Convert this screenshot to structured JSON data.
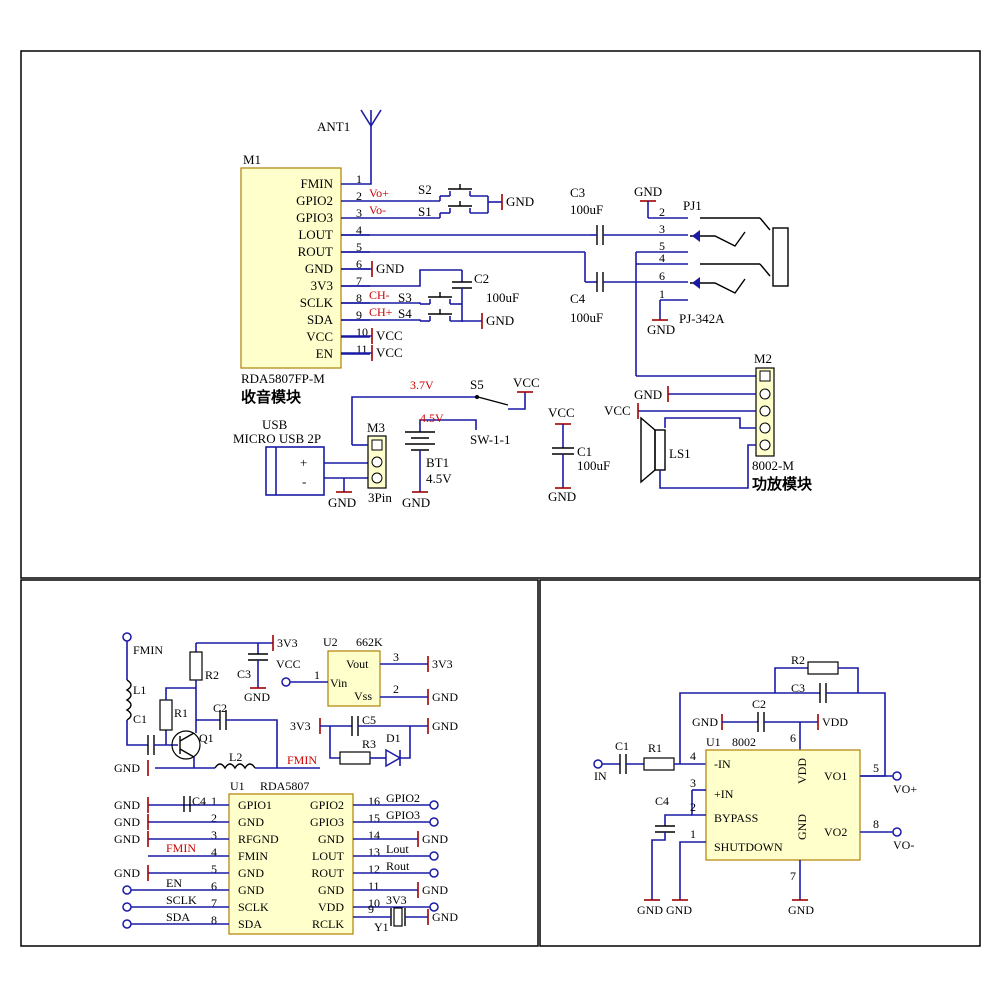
{
  "top": {
    "antenna": "ANT1",
    "module_ref": "M1",
    "module_name": "RDA5807FP-M",
    "module_title": "收音模块",
    "module_pins": [
      "FMIN",
      "GPIO2",
      "GPIO3",
      "LOUT",
      "ROUT",
      "GND",
      "3V3",
      "SCLK",
      "SDA",
      "VCC",
      "EN"
    ],
    "pin_numbers": [
      "1",
      "2",
      "3",
      "4",
      "5",
      "6",
      "7",
      "8",
      "9",
      "10",
      "11"
    ],
    "vo_plus": "Vo+",
    "vo_minus": "Vo-",
    "ch_minus": "CH-",
    "ch_plus": "CH+",
    "s1": "S1",
    "s2": "S2",
    "s3": "S3",
    "s4": "S4",
    "s5": "S5",
    "gnd": "GND",
    "vcc": "VCC",
    "c2": "C2",
    "c2_val": "100uF",
    "c3": "C3",
    "c3_val": "100uF",
    "c4": "C4",
    "c4_val": "100uF",
    "c1": "C1",
    "c1_val": "100uF",
    "pj_ref": "PJ1",
    "pj_name": "PJ-342A",
    "pj_pins": [
      "2",
      "3",
      "5",
      "4",
      "6",
      "1"
    ],
    "m2_ref": "M2",
    "m2_name": "8002-M",
    "m2_title": "功放模块",
    "ls": "LS1",
    "usb_l1": "USB",
    "usb_l2": "MICRO USB 2P",
    "usb_plus": "+",
    "usb_minus": "-",
    "m3_ref": "M3",
    "m3_name": "3Pin",
    "bt_ref": "BT1",
    "bt_val": "4.5V",
    "bt_red": "4.5V",
    "v37": "3.7V",
    "sw_name": "SW-1-1"
  },
  "bottom_left": {
    "fmin": "FMIN",
    "l1": "L1",
    "l2": "L2",
    "c1": "C1",
    "c2": "C2",
    "c3": "C3",
    "c4": "C4",
    "c5": "C5",
    "r1": "R1",
    "r2": "R2",
    "r3": "R3",
    "q1": "Q1",
    "d1": "D1",
    "v3v3": "3V3",
    "vcc": "VCC",
    "gnd": "GND",
    "u2_ref": "U2",
    "u2_name": "662K",
    "u2_vout": "Vout",
    "u2_vin": "Vin",
    "u2_vss": "Vss",
    "u2_pin1": "1",
    "u2_pin2": "2",
    "u2_pin3": "3",
    "fmin_net": "FMIN",
    "u1_ref": "U1",
    "u1_name": "RDA5807",
    "left_pins": [
      "GPIO1",
      "GND",
      "RFGND",
      "FMIN",
      "GND",
      "GND",
      "SCLK",
      "SDA"
    ],
    "left_nums": [
      "1",
      "2",
      "3",
      "4",
      "5",
      "6",
      "7",
      "8"
    ],
    "right_pins": [
      "GPIO2",
      "GPIO3",
      "GND",
      "LOUT",
      "ROUT",
      "GND",
      "VDD",
      "RCLK"
    ],
    "right_nums": [
      "16",
      "15",
      "14",
      "13",
      "12",
      "11",
      "10",
      "9"
    ],
    "right_nets": [
      "GPIO2",
      "GPIO3",
      "",
      "Lout",
      "Rout",
      "",
      "3V3",
      ""
    ],
    "left_nets": [
      "",
      "",
      "",
      "FMIN",
      "",
      "EN",
      "SCLK",
      "SDA"
    ],
    "y1": "Y1"
  },
  "bottom_right": {
    "in_label": "IN",
    "c1": "C1",
    "r1": "R1",
    "r2": "R2",
    "c2": "C2",
    "c3": "C3",
    "c4": "C4",
    "u1_ref": "U1",
    "u1_name": "8002",
    "pins_left": [
      "-IN",
      "+IN",
      "BYPASS",
      "SHUTDOWN"
    ],
    "pins_left_nums": [
      "4",
      "3",
      "2",
      "1"
    ],
    "vdd": "VDD",
    "gnd_pin": "GND",
    "vo1": "VO1",
    "vo2": "VO2",
    "pin5": "5",
    "pin8": "8",
    "pin6": "6",
    "pin7": "7",
    "vo_plus": "VO+",
    "vo_minus": "VO-",
    "gnd": "GND",
    "vdd_net": "VDD"
  }
}
